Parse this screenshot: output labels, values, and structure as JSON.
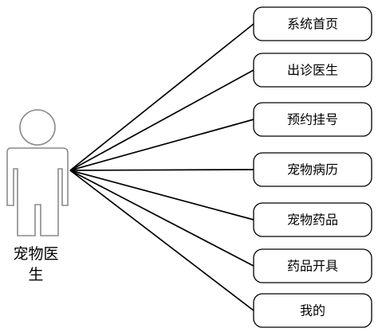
{
  "actor": {
    "name_line1": "宠物医",
    "name_line2": "生"
  },
  "use_cases": [
    {
      "label": "系统首页"
    },
    {
      "label": "出诊医生"
    },
    {
      "label": "预约挂号"
    },
    {
      "label": "宠物病历"
    },
    {
      "label": "宠物药品"
    },
    {
      "label": "药品开具"
    },
    {
      "label": "我的"
    }
  ]
}
